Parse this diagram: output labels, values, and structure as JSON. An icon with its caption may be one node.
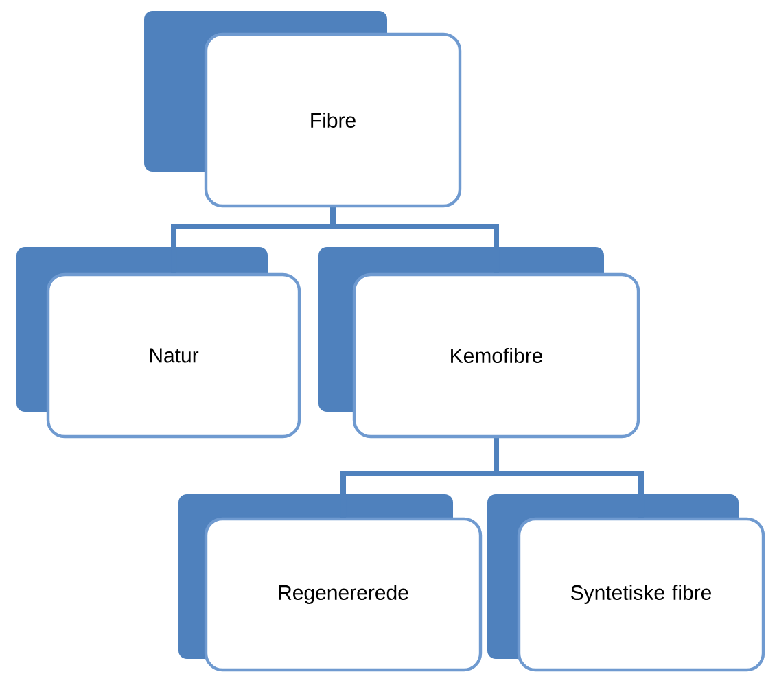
{
  "diagram": {
    "nodes": [
      {
        "text": [
          "Fibre"
        ]
      },
      {
        "text": [
          "Natur"
        ]
      },
      {
        "text": [
          "Kemofibre"
        ]
      },
      {
        "text": [
          "Regenererede"
        ]
      },
      {
        "text": [
          "Syntetiske fibre"
        ]
      }
    ],
    "edges": [
      {
        "from": 0,
        "to": 1,
        "arrow": "none"
      },
      {
        "from": 0,
        "to": 2,
        "arrow": "none"
      },
      {
        "from": 2,
        "to": 3,
        "arrow": "none"
      },
      {
        "from": 2,
        "to": 4,
        "arrow": "none"
      }
    ]
  }
}
